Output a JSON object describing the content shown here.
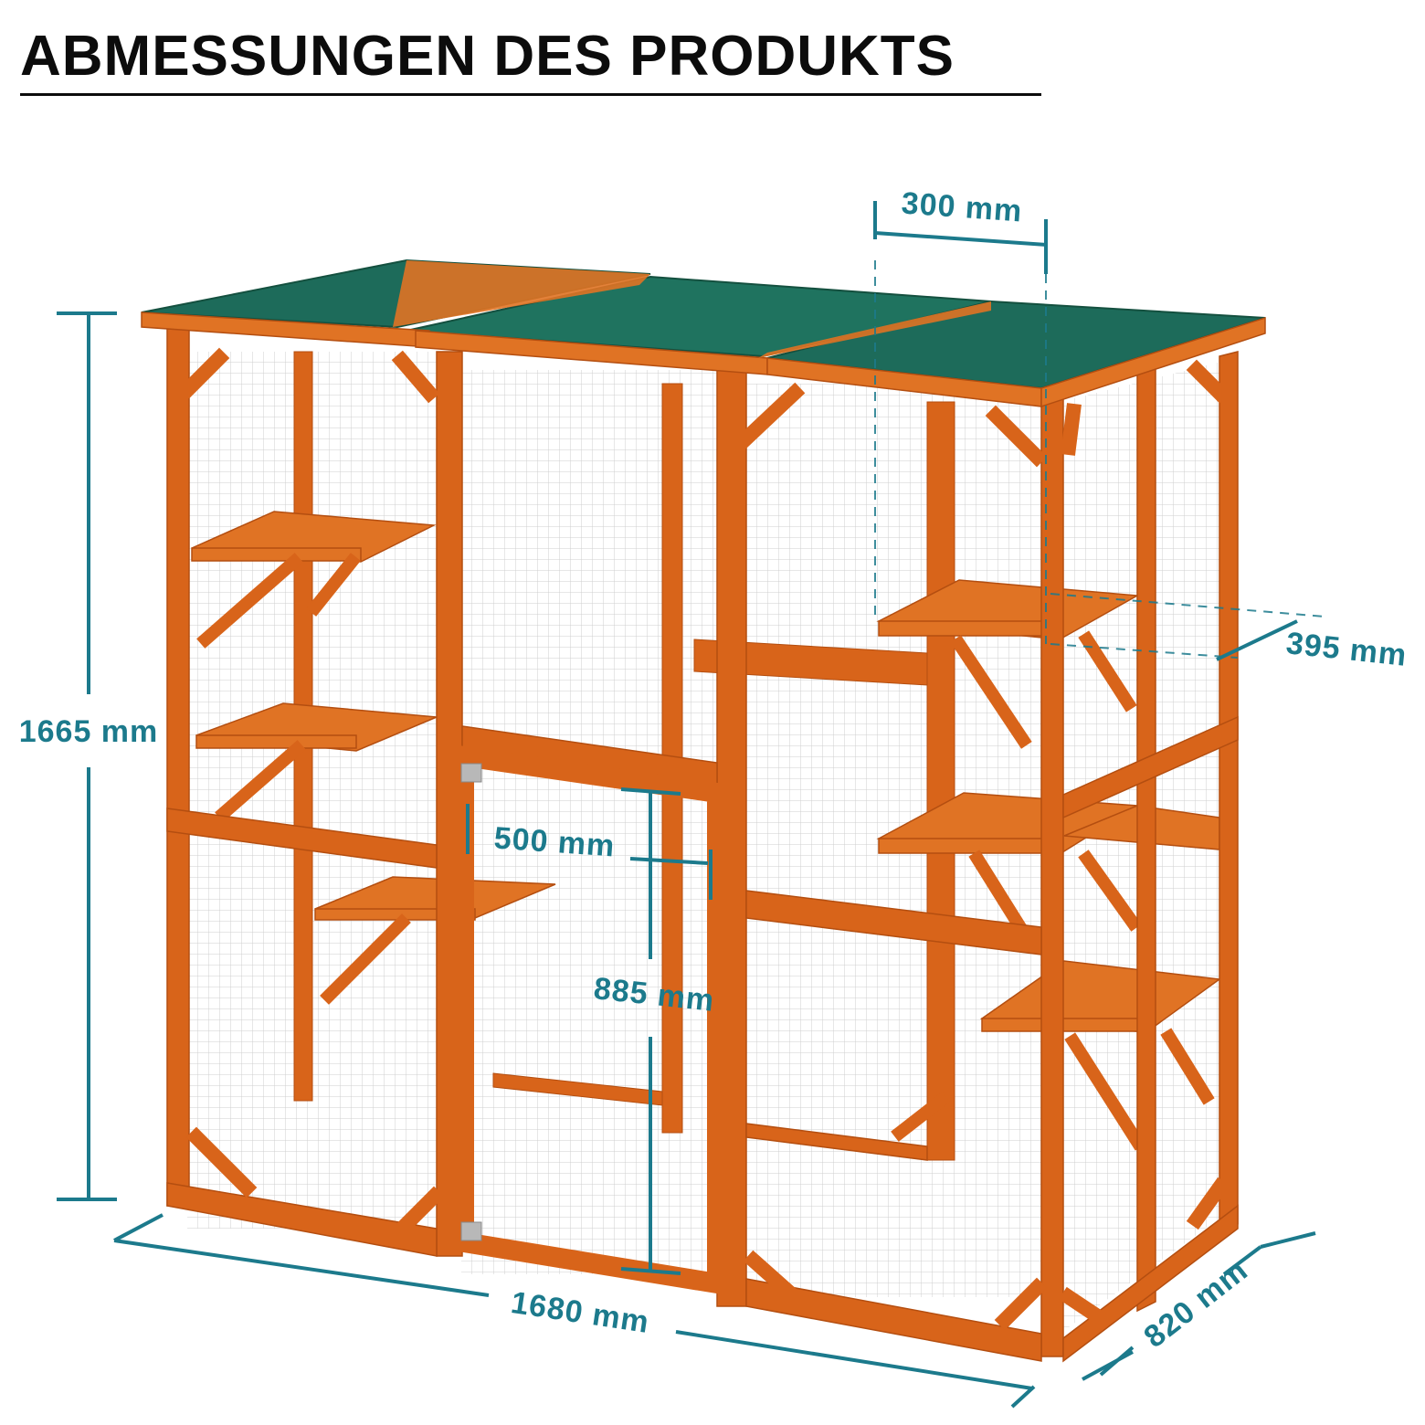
{
  "title": "ABMESSUNGEN DES PRODUKTS",
  "dimensions": {
    "height": "1665 mm",
    "width": "1680 mm",
    "depth": "820 mm",
    "roof_overhang": "300 mm",
    "shelf_depth": "395 mm",
    "door_width": "500 mm",
    "door_height": "885 mm"
  },
  "colors": {
    "title": "#0c0c0c",
    "dimension": "#1c7a8c",
    "wood": "#d8641a",
    "wood_dark": "#b44e10",
    "roof": "#1d6b5a",
    "mesh": "#c9c9c9"
  }
}
